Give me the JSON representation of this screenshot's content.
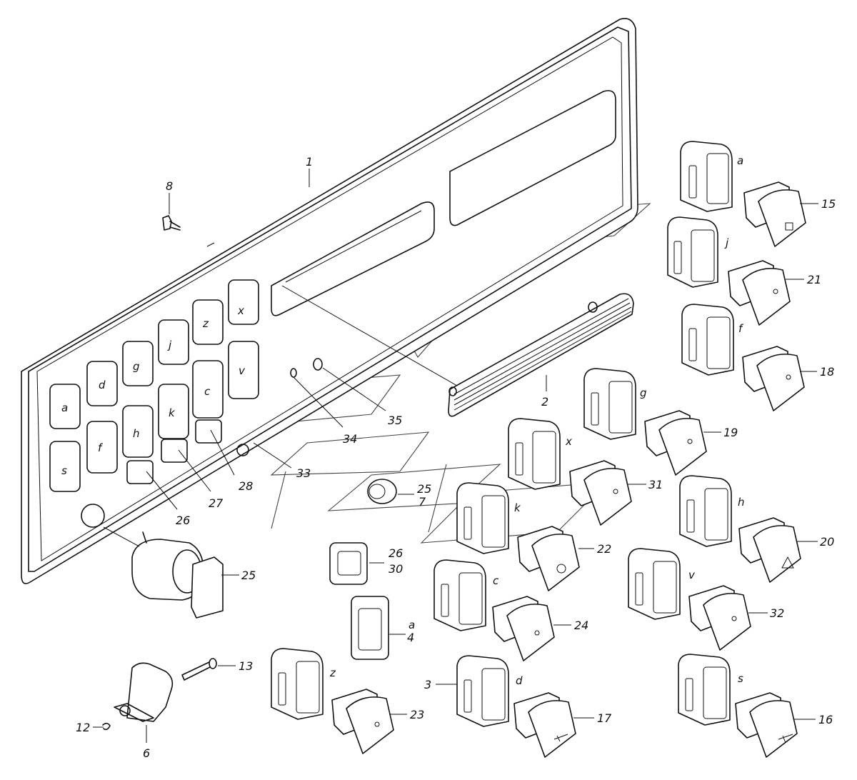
{
  "panel_keys": [
    "a",
    "d",
    "g",
    "j",
    "z",
    "x",
    "s",
    "f",
    "h",
    "k",
    "c",
    "v"
  ],
  "callouts": {
    "c1": "1",
    "c2": "2",
    "c3": "3",
    "c4": "4",
    "c6": "6",
    "c7": "7",
    "c8": "8",
    "c12": "12",
    "c13": "13",
    "c15": "15",
    "c16": "16",
    "c17": "17",
    "c18": "18",
    "c19": "19",
    "c20": "20",
    "c21": "21",
    "c22": "22",
    "c23": "23",
    "c24": "24",
    "c25a": "25",
    "c25b": "25",
    "c26a": "26",
    "c26b": "26",
    "c27": "27",
    "c28": "28",
    "c30": "30",
    "c31": "31",
    "c32": "32",
    "c33": "33",
    "c34": "34",
    "c35": "35"
  },
  "switch_letters": {
    "a1": "a",
    "j": "j",
    "f": "f",
    "g": "g",
    "x": "x",
    "k": "k",
    "h": "h",
    "c": "c",
    "v": "v",
    "z": "z",
    "d": "d",
    "s": "s",
    "a4": "a"
  }
}
